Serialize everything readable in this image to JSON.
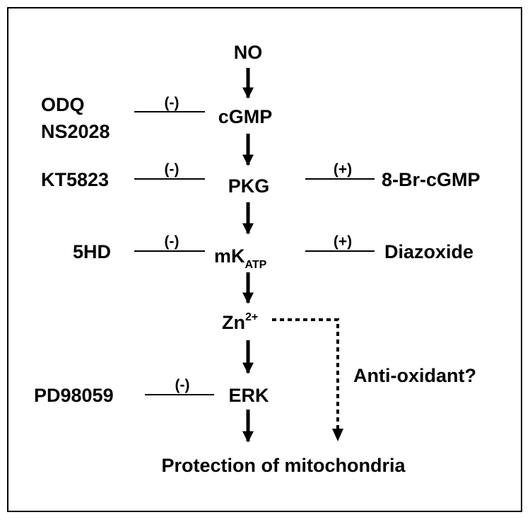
{
  "nodes": {
    "no": "NO",
    "cgmp": "cGMP",
    "pkg": "PKG",
    "mkatp": {
      "base": "mK",
      "sub": "ATP"
    },
    "zn": {
      "base": "Zn",
      "sup": "2+"
    },
    "erk": "ERK",
    "protection": "Protection of mitochondria"
  },
  "modulators": {
    "odq": "ODQ",
    "ns2028": "NS2028",
    "kt5823": "KT5823",
    "br_cgmp": "8-Br-cGMP",
    "hd5": "5HD",
    "diazoxide": "Diazoxide",
    "pd98059": "PD98059"
  },
  "signs": {
    "inhibit": "(-)",
    "activate": "(+)"
  },
  "annotation": "Anti-oxidant?",
  "colors": {
    "ink": "#000000",
    "background": "#ffffff"
  }
}
